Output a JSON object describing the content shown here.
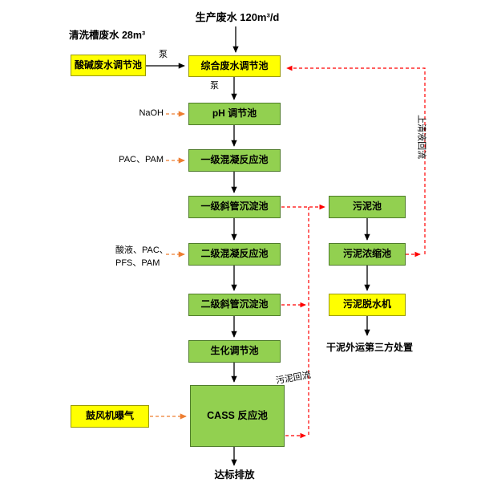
{
  "diagram": {
    "sources": {
      "production_wastewater": "生产废水 120m³/d",
      "cleaning_tank_wastewater": "清洗槽废水 28m³"
    },
    "boxes": {
      "acid_alkali": "酸碱废水调节池",
      "comprehensive": "综合废水调节池",
      "ph": "pH 调节池",
      "coag1": "一级混凝反应池",
      "sed1": "一级斜管沉淀池",
      "coag2": "二级混凝反应池",
      "sed2": "二级斜管沉淀池",
      "bio": "生化调节池",
      "cass": "CASS 反应池",
      "blower": "鼓风机曝气",
      "sludge_tank": "污泥池",
      "sludge_thickener": "污泥浓缩池",
      "sludge_dewater": "污泥脱水机"
    },
    "labels": {
      "pump_1": "泵",
      "pump_2": "泵",
      "naoh": "NaOH",
      "pac_pam": "PAC、PAM",
      "acid_chems_line1": "酸液、PAC、",
      "acid_chems_line2": "PFS、PAM",
      "supernatant_return": "上清液回流",
      "sludge_return": "污泥回流",
      "dry_sludge_disposal": "干泥外运第三方处置",
      "discharge": "达标排放"
    },
    "colors": {
      "tank_green": "#92D050",
      "tank_yellow": "#FFFF00",
      "main_flow": "#000000",
      "sludge_flow": "#FF0000",
      "chemical_flow": "#ED7D31"
    }
  }
}
